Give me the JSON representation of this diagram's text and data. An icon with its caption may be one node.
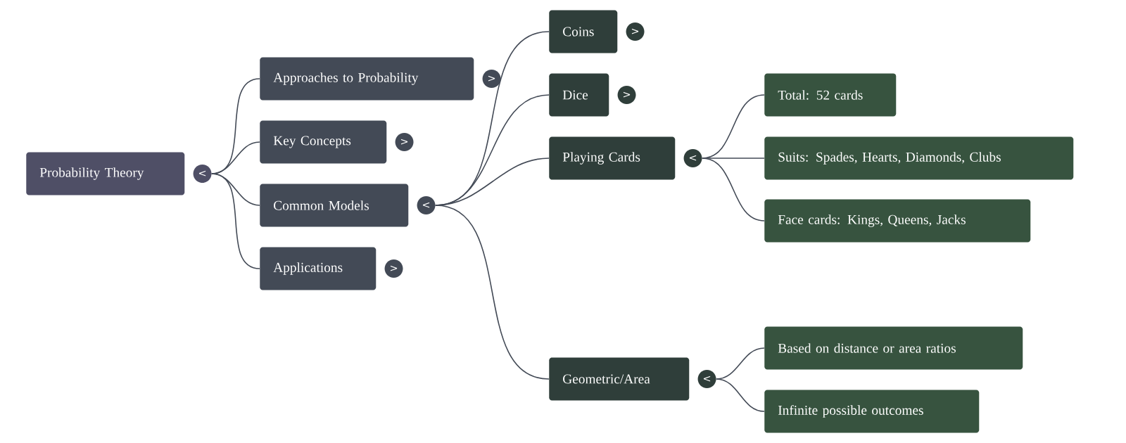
{
  "diagram": {
    "nodes": [
      {
        "text": [
          "Probability Theory"
        ],
        "beside": [
          "<"
        ]
      },
      {
        "text": [
          "Approaches to Probability"
        ],
        "beside": [
          ">"
        ]
      },
      {
        "text": [
          "Key Concepts"
        ],
        "beside": [
          ">"
        ]
      },
      {
        "text": [
          "Common Models"
        ],
        "beside": [
          "<"
        ]
      },
      {
        "text": [
          "Applications"
        ],
        "beside": [
          ">"
        ]
      },
      {
        "text": [
          "Coins"
        ],
        "beside": [
          ">"
        ]
      },
      {
        "text": [
          "Dice"
        ],
        "beside": [
          ">"
        ]
      },
      {
        "text": [
          "Playing Cards"
        ],
        "beside": [
          "<"
        ]
      },
      {
        "text": [
          "Geometric/Area"
        ],
        "beside": [
          "<"
        ]
      },
      {
        "text": [
          "Total: 52 cards"
        ]
      },
      {
        "text": [
          "Suits: Spades, Hearts, Diamonds, Clubs"
        ]
      },
      {
        "text": [
          "Face cards: Kings, Queens, Jacks"
        ]
      },
      {
        "text": [
          "Based on distance or area ratios"
        ]
      },
      {
        "text": [
          "Infinite possible outcomes"
        ]
      }
    ],
    "edges": [
      {
        "from": 0,
        "to": 1,
        "arrow": "none"
      },
      {
        "from": 0,
        "to": 2,
        "arrow": "none"
      },
      {
        "from": 0,
        "to": 3,
        "arrow": "none"
      },
      {
        "from": 0,
        "to": 4,
        "arrow": "none"
      },
      {
        "from": 3,
        "to": 5,
        "arrow": "none"
      },
      {
        "from": 3,
        "to": 6,
        "arrow": "none"
      },
      {
        "from": 3,
        "to": 7,
        "arrow": "none"
      },
      {
        "from": 3,
        "to": 8,
        "arrow": "none"
      },
      {
        "from": 7,
        "to": 9,
        "arrow": "none"
      },
      {
        "from": 7,
        "to": 10,
        "arrow": "none"
      },
      {
        "from": 7,
        "to": 11,
        "arrow": "none"
      },
      {
        "from": 8,
        "to": 12,
        "arrow": "none"
      },
      {
        "from": 8,
        "to": 13,
        "arrow": "none"
      }
    ]
  }
}
